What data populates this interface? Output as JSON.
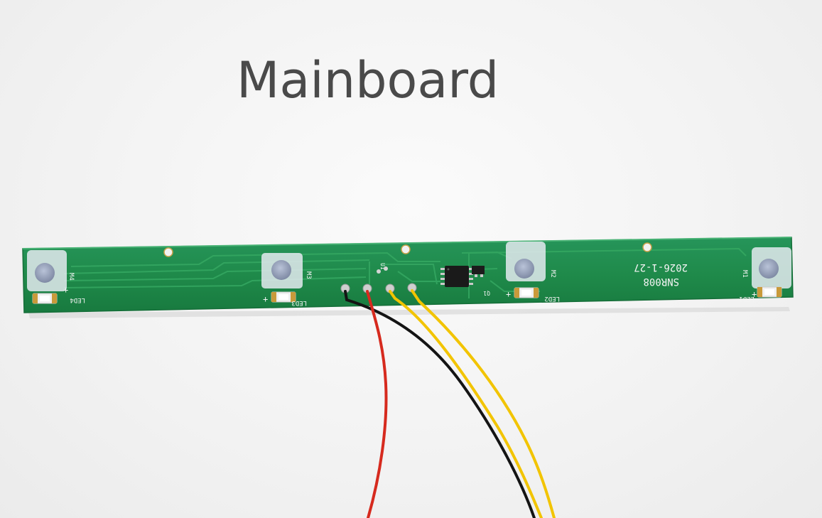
{
  "title": "Mainboard",
  "board": {
    "date_code": "2026-1-27",
    "model": "SNR008",
    "led_labels": [
      "LED4",
      "LED3",
      "LED2",
      "LED1"
    ],
    "button_labels": [
      "M4",
      "M3",
      "M2",
      "M1"
    ],
    "ic_labels": [
      "U1",
      "Q1"
    ],
    "plus_mark": "+"
  },
  "colors": {
    "pcb": "#1f8a4a",
    "trace": "#2b9d58",
    "wire_red": "#d62a1e",
    "wire_black": "#141414",
    "wire_yellow": "#f2c400"
  }
}
